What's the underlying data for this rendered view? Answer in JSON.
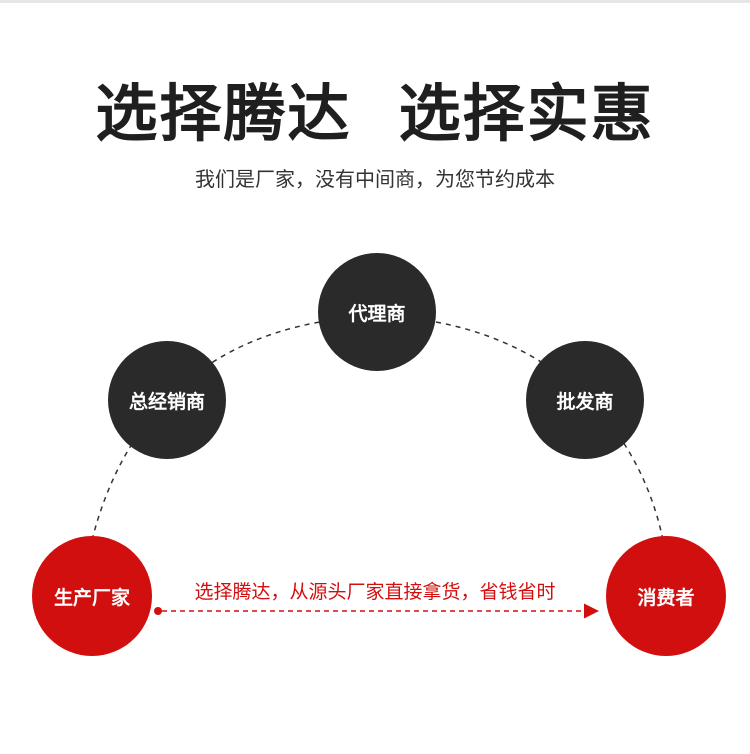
{
  "headline": "选择腾达  选择实惠",
  "subtitle": "我们是厂家，没有中间商，为您节约成本",
  "nodes": {
    "manufacturer": "生产厂家",
    "general_distributor": "总经销商",
    "agent": "代理商",
    "wholesaler": "批发商",
    "consumer": "消费者"
  },
  "arrow_label": "选择腾达，从源头厂家直接拿货，省钱省时",
  "colors": {
    "dark_node": "#2a2a2a",
    "red_node": "#d20f0f",
    "text_dark": "#1f1f1f",
    "accent_red": "#d20f0f"
  }
}
